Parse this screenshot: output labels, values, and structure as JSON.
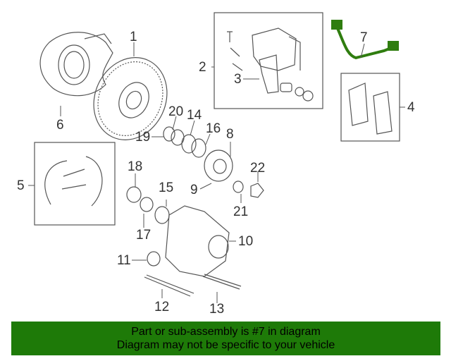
{
  "callouts": [
    "1",
    "2",
    "3",
    "4",
    "5",
    "6",
    "7",
    "8",
    "9",
    "10",
    "11",
    "12",
    "13",
    "14",
    "15",
    "16",
    "17",
    "18",
    "19",
    "20",
    "21",
    "22"
  ],
  "highlight": {
    "part_number": "7",
    "color": "#2f7d0f"
  },
  "banner": {
    "line1": "Part or sub-assembly is #7 in diagram",
    "line2": "Diagram may not be specific to your vehicle",
    "background": "#1e7a08"
  }
}
